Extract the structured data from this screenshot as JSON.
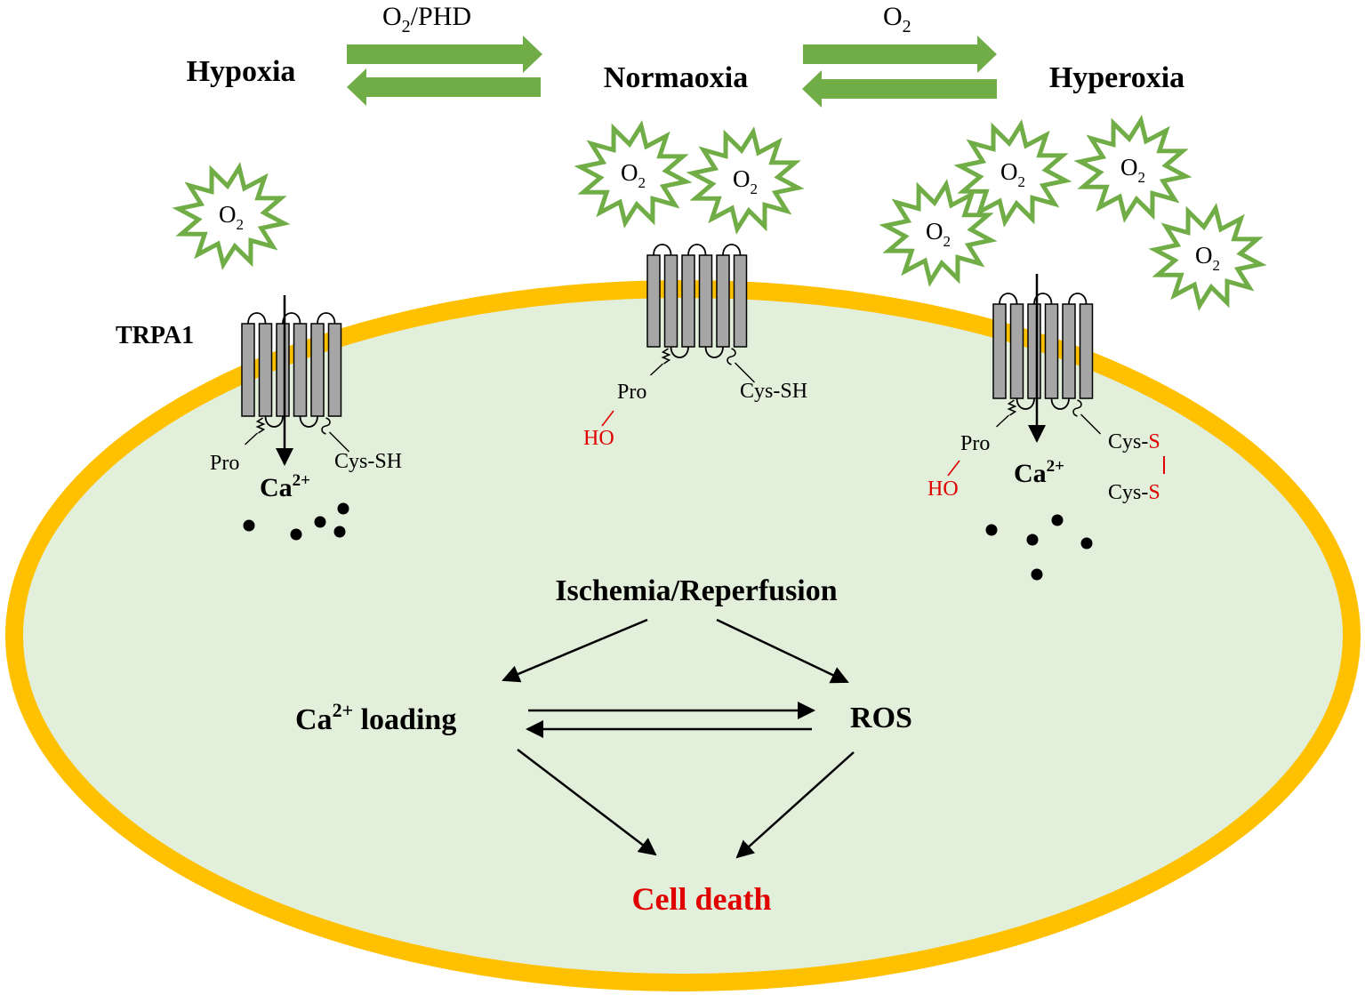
{
  "colors": {
    "arrow_green": "#70ad47",
    "membrane": "#ffc000",
    "cytoplasm": "#e2efda",
    "channel_fill": "#a6a6a6",
    "accent_red": "#e00000"
  },
  "states": {
    "hypoxia": "Hypoxia",
    "normoxia": "Normaoxia",
    "hyperoxia": "Hyperoxia"
  },
  "transitions": {
    "left_base": "O",
    "left_sub": "2",
    "left_tail": "/PHD",
    "right_base": "O",
    "right_sub": "2"
  },
  "oxygen": {
    "base": "O",
    "sub": "2"
  },
  "channel": {
    "name": "TRPA1",
    "pro": "Pro",
    "cys_sh": "Cys-SH",
    "ho": "HO",
    "cys": "Cys-",
    "s": "S",
    "ca_base": "Ca",
    "ca_sup": "2+"
  },
  "pathway": {
    "ischemia": "Ischemia/Reperfusion",
    "ca_loading_base": "Ca",
    "ca_loading_sup": "2+",
    "ca_loading_tail": " loading",
    "ros": "ROS",
    "cell_death": "Cell death"
  }
}
